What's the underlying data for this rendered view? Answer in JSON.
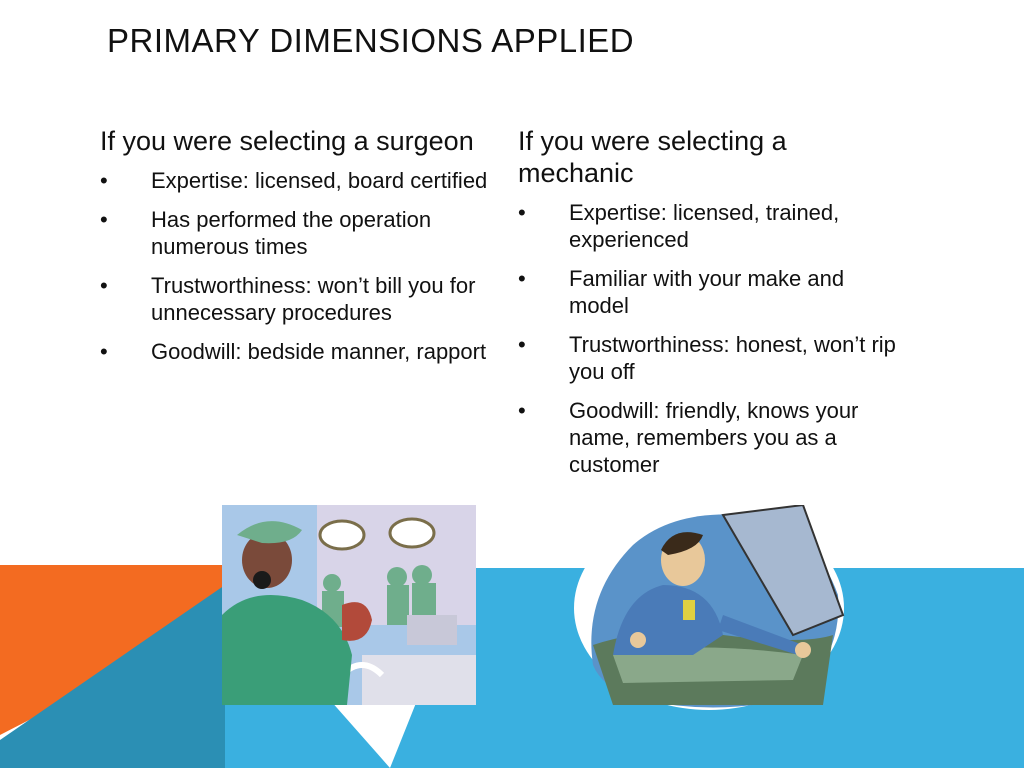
{
  "slide": {
    "title": "PRIMARY DIMENSIONS APPLIED",
    "colors": {
      "orange": "#f36b21",
      "blue": "#3ab0e0",
      "teal": "#2b8fb4"
    }
  },
  "left": {
    "heading": "If you were selecting a surgeon",
    "items": [
      {
        "label": "Expertise:",
        "text": " licensed, board certified"
      },
      {
        "label": "",
        "text": "Has performed the operation numerous times"
      },
      {
        "label": "Trustworthiness:",
        "text": " won’t bill you for unnecessary procedures"
      },
      {
        "label": "Goodwill:",
        "text": " bedside manner, rapport"
      }
    ],
    "image_icon": "surgeon-clipart"
  },
  "right": {
    "heading": "If you were selecting a mechanic",
    "items": [
      {
        "label": "Expertise:",
        "text": " licensed, trained, experienced"
      },
      {
        "label": "",
        "text": "Familiar with your make and model"
      },
      {
        "label": "Trustworthiness:",
        "text": " honest, won’t rip you off"
      },
      {
        "label": "Goodwill:",
        "text": " friendly, knows your name, remembers you as a customer"
      }
    ],
    "image_icon": "mechanic-clipart"
  },
  "bullet_char": "•"
}
